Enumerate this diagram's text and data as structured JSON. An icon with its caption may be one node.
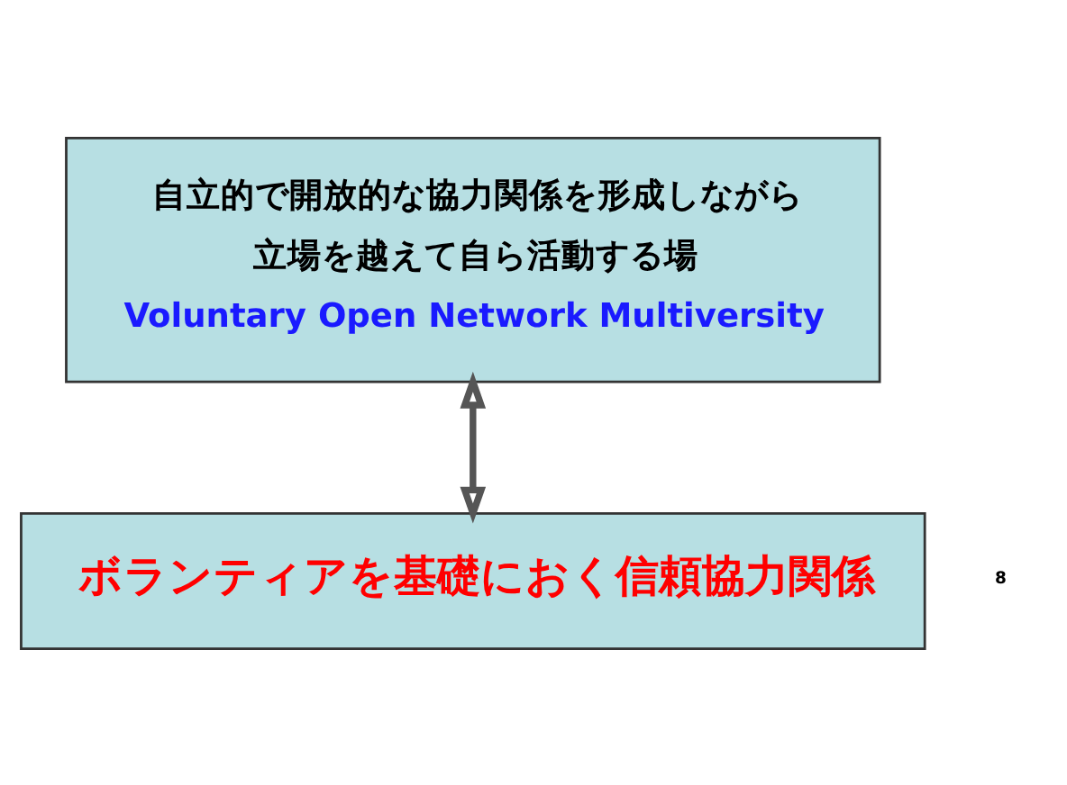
{
  "diagram": {
    "nodes": [
      {
        "text": [
          "自立的で開放的な協力関係を形成しながら",
          "立場を越えて自ら活動する場",
          "Voluntary Open Network Multiversity"
        ]
      },
      {
        "text": [
          "ボランティアを基礎におく信頼協力関係"
        ]
      }
    ],
    "edges": [
      {
        "from": 0,
        "to": 1,
        "arrow": "both"
      }
    ],
    "labels": [
      "8"
    ]
  }
}
